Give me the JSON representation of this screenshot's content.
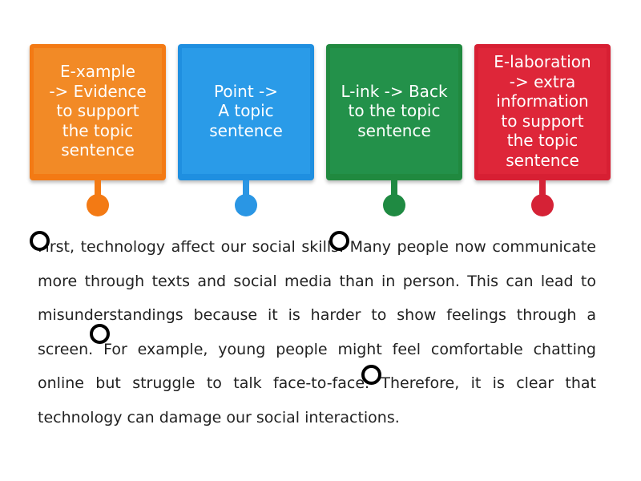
{
  "cards": [
    {
      "label": "E-xample\n-> Evidence\nto support\nthe topic\nsentence",
      "color": "#f37a14",
      "inner_color": "#f28a26",
      "pin_color": "#f37a14"
    },
    {
      "label": "Point ->\nA topic\nsentence",
      "color": "#1f8fe0",
      "inner_color": "#2a9be8",
      "pin_color": "#2a96e4"
    },
    {
      "label": "L-ink -> Back\nto the topic\nsentence",
      "color": "#20893f",
      "inner_color": "#23914a",
      "pin_color": "#1f8a42"
    },
    {
      "label": "E-laboration\n-> extra\ninformation\nto support\nthe topic\nsentence",
      "color": "#d71f33",
      "inner_color": "#de2639",
      "pin_color": "#d52236"
    }
  ],
  "passage": {
    "text": "First, technology affect our social skills. Many people now communicate more through texts and social media than in person. This can lead to misunderstandings because it is harder to show feelings through a screen. For example, young people might feel comfortable chatting online but struggle to talk face-to-face. Therefore, it is clear that technology can damage our social interactions."
  }
}
